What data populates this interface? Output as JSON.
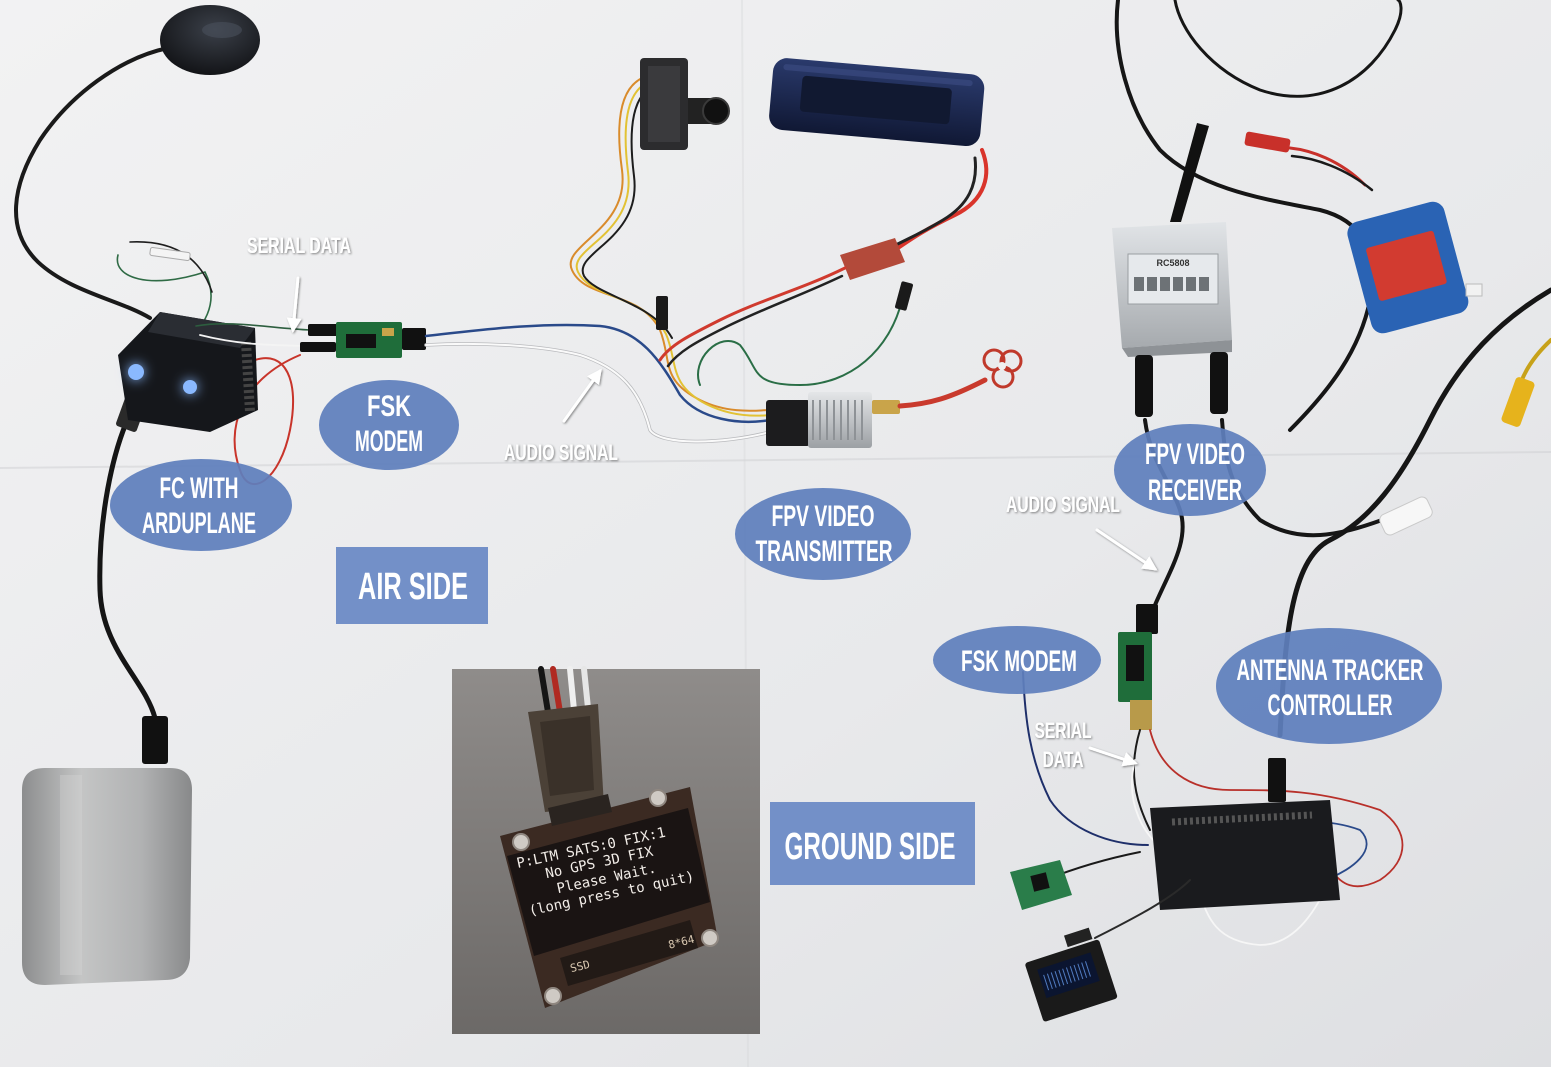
{
  "air_side": {
    "section_label": "AIR SIDE",
    "serial_data_label": "SERIAL DATA",
    "audio_signal_label": "AUDIO SIGNAL",
    "fsk_modem": {
      "line1": "FSK",
      "line2": "MODEM"
    },
    "flight_controller": {
      "line1": "FC WITH",
      "line2": "ARDUPLANE"
    },
    "video_transmitter": {
      "line1": "FPV VIDEO",
      "line2": "TRANSMITTER"
    }
  },
  "ground_side": {
    "section_label": "GROUND SIDE",
    "audio_signal_label": "AUDIO SIGNAL",
    "serial_data_label": {
      "line1": "SERIAL",
      "line2": "DATA"
    },
    "fsk_modem": "FSK MODEM",
    "video_receiver": {
      "line1": "FPV VIDEO",
      "line2": "RECEIVER"
    },
    "antenna_tracker": {
      "line1": "ANTENNA TRACKER",
      "line2": "CONTROLLER"
    }
  },
  "inset_oled": {
    "lines": [
      "P:LTM SATS:0 FIX:1",
      "No GPS 3D FIX",
      "Please Wait.",
      "(long press to quit)"
    ],
    "board_marking_left": "SSD",
    "board_marking_right": "8*64"
  },
  "device_markings": {
    "receiver_model": "RC5808"
  },
  "colors": {
    "label_fill": "#5f7fbc",
    "section_fill": "#6e8cc6",
    "label_text": "#ffffff",
    "arrow": "#ffffff"
  }
}
